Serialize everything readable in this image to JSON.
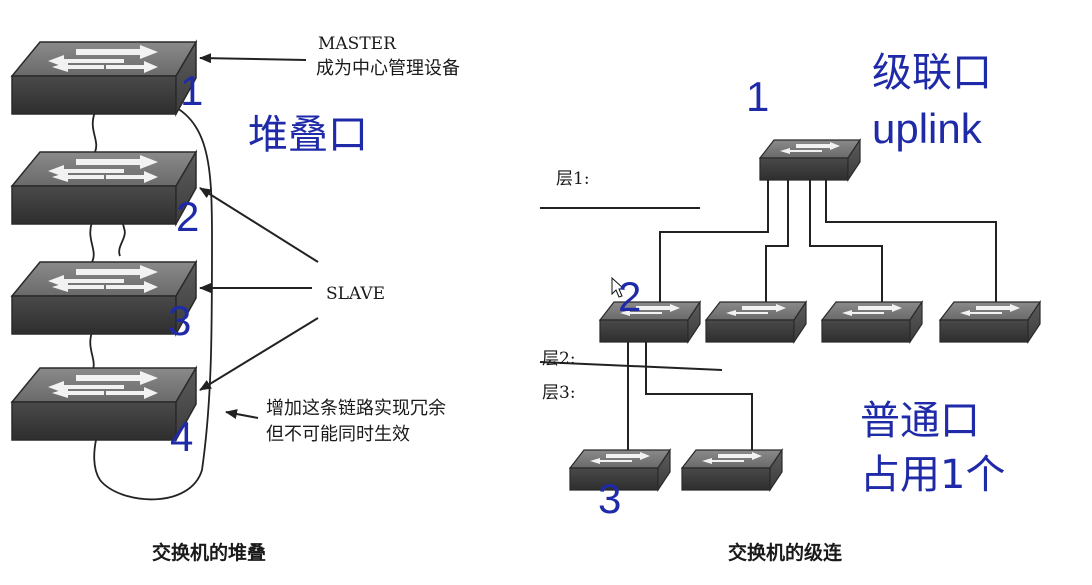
{
  "stack": {
    "master_label": "MASTER",
    "master_desc": "成为中心管理设备",
    "slave_label": "SLAVE",
    "redundant_line1": "增加这条链路实现冗余",
    "redundant_line2": "但不可能同时生效",
    "port_label": "堆叠口",
    "numbers": [
      "1",
      "2",
      "3",
      "4"
    ],
    "caption": "交换机的堆叠"
  },
  "cascade": {
    "top_number": "1",
    "uplink_cn": "级联口",
    "uplink_en": "uplink",
    "layer1": "层1:",
    "layer2": "层2:",
    "layer3": "层3:",
    "second_number": "2",
    "third_number": "3",
    "normal_port_line1": "普通口",
    "normal_port_line2": "占用1个",
    "caption": "交换机的级连"
  }
}
